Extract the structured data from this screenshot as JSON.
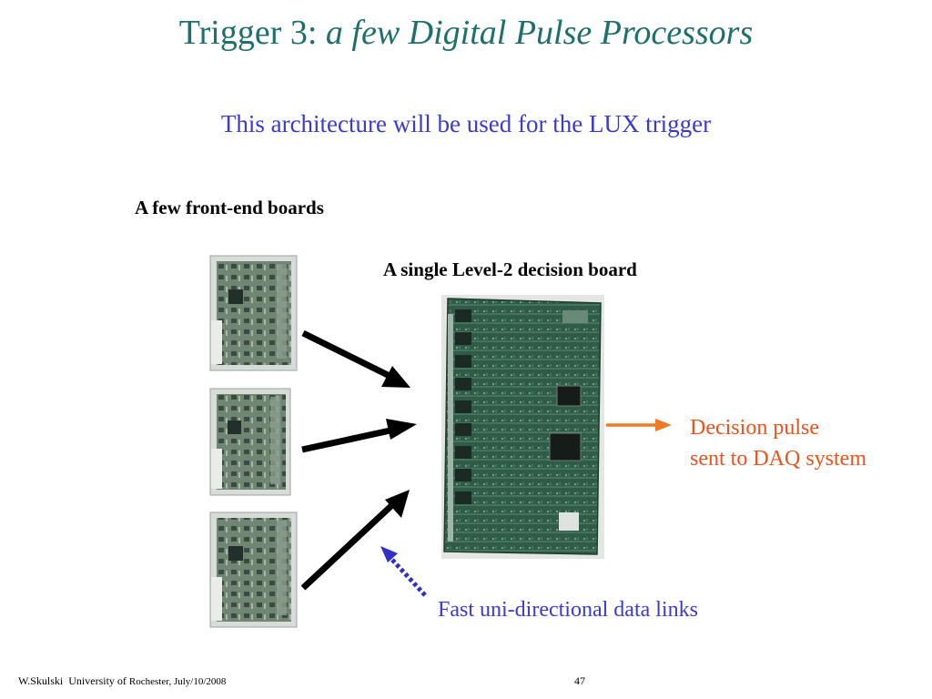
{
  "title": {
    "plain": "Trigger 3:",
    "italic": "a few Digital Pulse Processors"
  },
  "subtitle": "This architecture will be used for the LUX trigger",
  "labels": {
    "front_end_boards": "A few front-end boards",
    "level2_board": "A single Level-2 decision board",
    "decision_line1": "Decision pulse",
    "decision_line2": "sent to DAQ system",
    "data_links": "Fast uni-directional data links"
  },
  "footer": {
    "author": "W.Skulski",
    "university": "University of",
    "place_date": "Rochester, July/10/2008",
    "page": "47"
  },
  "colors": {
    "title": "#1f6f6b",
    "subtitle": "#3a3ad0",
    "decision": "#e8541e",
    "orange_arrow": "#f07a28",
    "dotted_arrow": "#3030c8",
    "board_green": "#2e5a45"
  }
}
